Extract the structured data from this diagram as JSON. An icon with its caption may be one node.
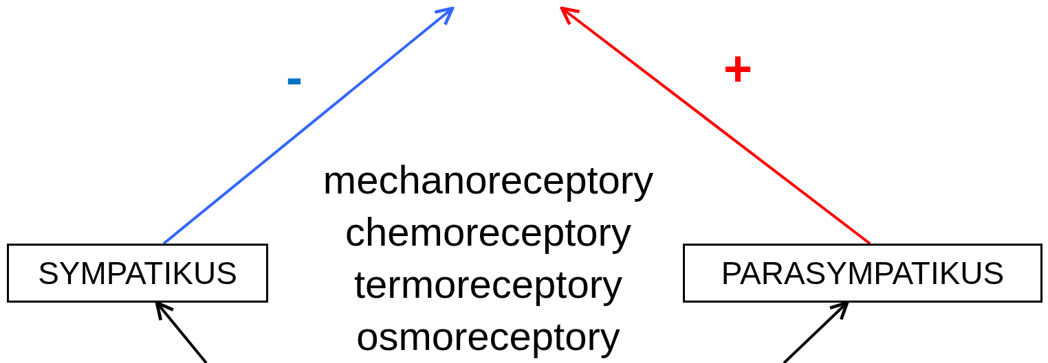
{
  "diagram": {
    "nodes": [
      {
        "text": [
          "SYMPATIKUS"
        ]
      },
      {
        "text": [
          "PARASYMPATIKUS"
        ]
      }
    ],
    "edges": [
      {
        "from": 0,
        "to": null,
        "arrow": "to",
        "label": "-",
        "color": "#3366ff"
      },
      {
        "from": 1,
        "to": null,
        "arrow": "to",
        "label": "+",
        "color": "#ff0000"
      },
      {
        "from": null,
        "to": 0,
        "arrow": "to"
      },
      {
        "from": null,
        "to": 1,
        "arrow": "to"
      }
    ],
    "labels": [
      "mechanoreceptory",
      "chemoreceptory",
      "termoreceptory",
      "osmoreceptory"
    ]
  }
}
